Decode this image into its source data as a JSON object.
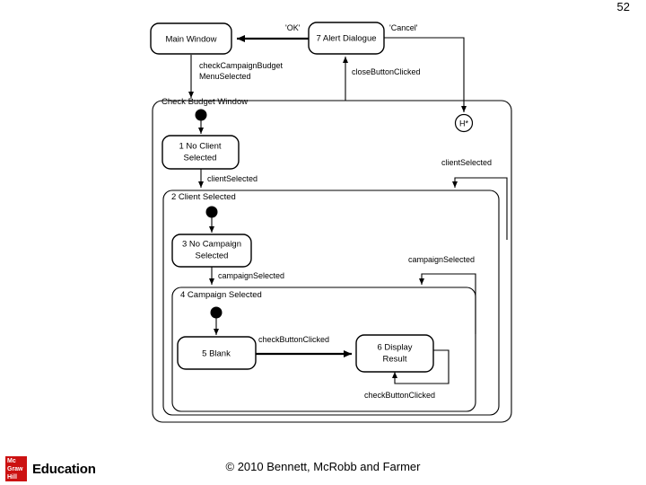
{
  "slide": {
    "page_number": "52",
    "copyright": "© 2010 Bennett, McRobb and Farmer",
    "logo": {
      "mark_line1": "Mc",
      "mark_line2": "Graw",
      "mark_line3": "Hill",
      "wordmark": "Education",
      "color": "#cc1111"
    }
  },
  "diagram": {
    "type": "uml-state-machine",
    "states": {
      "main_window": "Main Window",
      "alert_dialogue": "7 Alert Dialogue",
      "check_budget_window": "Check Budget Window",
      "no_client_selected": "1 No Client\nSelected",
      "no_client_selected_line1": "1 No Client",
      "no_client_selected_line2": "Selected",
      "client_selected": "2 Client Selected",
      "no_campaign_selected_line1": "3 No Campaign",
      "no_campaign_selected_line2": "Selected",
      "campaign_selected": "4 Campaign Selected",
      "blank": "5 Blank",
      "display_result_line1": "6 Display",
      "display_result_line2": "Result",
      "history": "H*"
    },
    "transitions": {
      "ok": "'OK'",
      "cancel": "'Cancel'",
      "check_campaign_budget_line1": "checkCampaignBudget",
      "check_campaign_budget_line2": "MenuSelected",
      "close_button_clicked": "closeButtonClicked",
      "client_selected_1": "clientSelected",
      "client_selected_2": "clientSelected",
      "campaign_selected_1": "campaignSelected",
      "campaign_selected_2": "campaignSelected",
      "check_button_clicked_1": "checkButtonClicked",
      "check_button_clicked_2": "checkButtonClicked"
    }
  }
}
